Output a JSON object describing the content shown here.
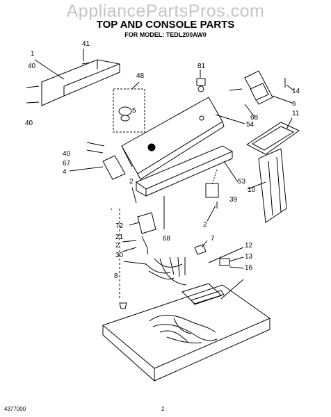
{
  "watermark": "AppliancePartsPros.com",
  "title": "TOP AND CONSOLE PARTS",
  "subtitle": "FOR MODEL: TEDL200AW0",
  "footer": {
    "doc_number": "4377000",
    "page": "2"
  },
  "callouts": [
    "41",
    "40",
    "40",
    "1",
    "48",
    "5",
    "81",
    "14",
    "6",
    "68",
    "11",
    "54",
    "40",
    "67",
    "4",
    "53",
    "10",
    "39",
    "2",
    "72",
    "21",
    "2",
    "68",
    "2",
    "7",
    "12",
    "30",
    "13",
    "16",
    "8"
  ]
}
